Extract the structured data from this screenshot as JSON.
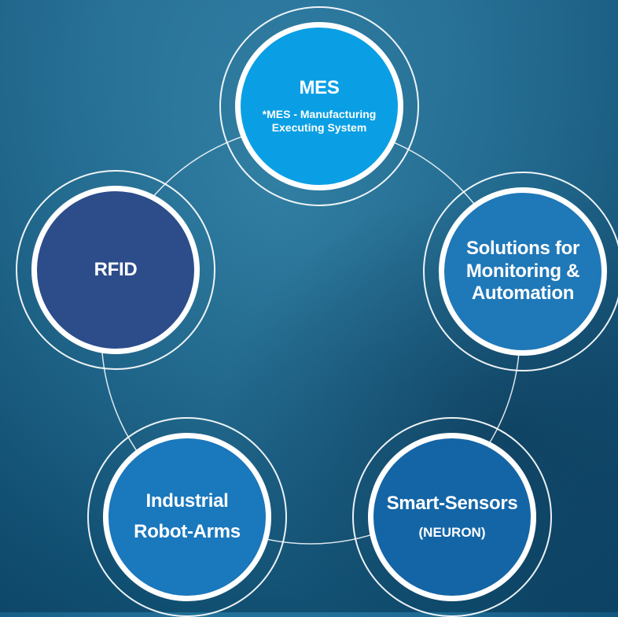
{
  "nodes": {
    "mes": {
      "title": "MES",
      "subtitle_line1": "*MES - Manufacturing",
      "subtitle_line2": "Executing System",
      "color": "#0a9fe4"
    },
    "solutions": {
      "line1": "Solutions for",
      "line2": "Monitoring &",
      "line3": "Automation",
      "color": "#1f78b8"
    },
    "smart_sensors": {
      "title": "Smart-Sensors",
      "subtitle": "(NEURON)",
      "color": "#1465a6"
    },
    "robot_arms": {
      "line1": "Industrial",
      "line2": "Robot-Arms",
      "color": "#1a78bd"
    },
    "rfid": {
      "title": "RFID",
      "color": "#2c4c8a"
    }
  },
  "colors": {
    "connector": "#ffffff",
    "ring": "#ffffff",
    "text": "#ffffff"
  }
}
